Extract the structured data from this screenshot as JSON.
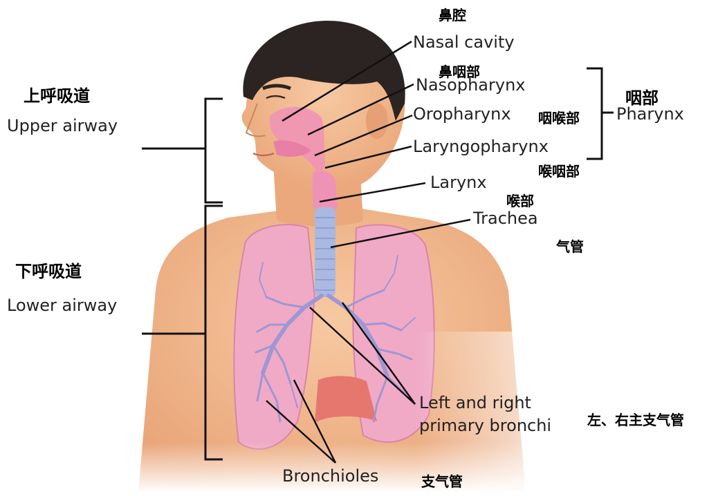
{
  "labels": {
    "nasal_cavity_zh": "鼻腔",
    "nasal_cavity_en": "Nasal cavity",
    "nasopharynx_zh": "鼻咽部",
    "nasopharynx_en": "Nasopharynx",
    "oropharynx_en": "Oropharynx",
    "oropharynx_zh": "咽喉部",
    "laryngopharynx_en": "Laryngopharynx",
    "laryngopharynx_zh": "喉咽部",
    "pharynx_zh": "咽部",
    "pharynx_en": "Pharynx",
    "larynx_en": "Larynx",
    "larynx_zh": "喉部",
    "trachea_en": "Trachea",
    "trachea_zh": "气管",
    "upper_airway_zh": "上呼吸道",
    "upper_airway_en": "Upper airway",
    "lower_airway_zh": "下呼吸道",
    "lower_airway_en": "Lower airway",
    "primary_bronchi_en_line1": "Left and right",
    "primary_bronchi_en_line2": "primary bronchi",
    "primary_bronchi_zh": "左、右主支气管",
    "bronchioles_en": "Bronchioles",
    "bronchioles_zh": "支气管"
  },
  "colors": {
    "skin": "#f2b98e",
    "skin_shadow": "#e59d6c",
    "hair": "#2b2422",
    "lung": "#f0aac6",
    "lung_edge": "#d985a8",
    "airway": "#ef93b6",
    "trachea": "#aab9e2",
    "bronchial_tree": "#9f96d4",
    "diaphragm": "#e6776e",
    "leader_line": "#111111"
  }
}
